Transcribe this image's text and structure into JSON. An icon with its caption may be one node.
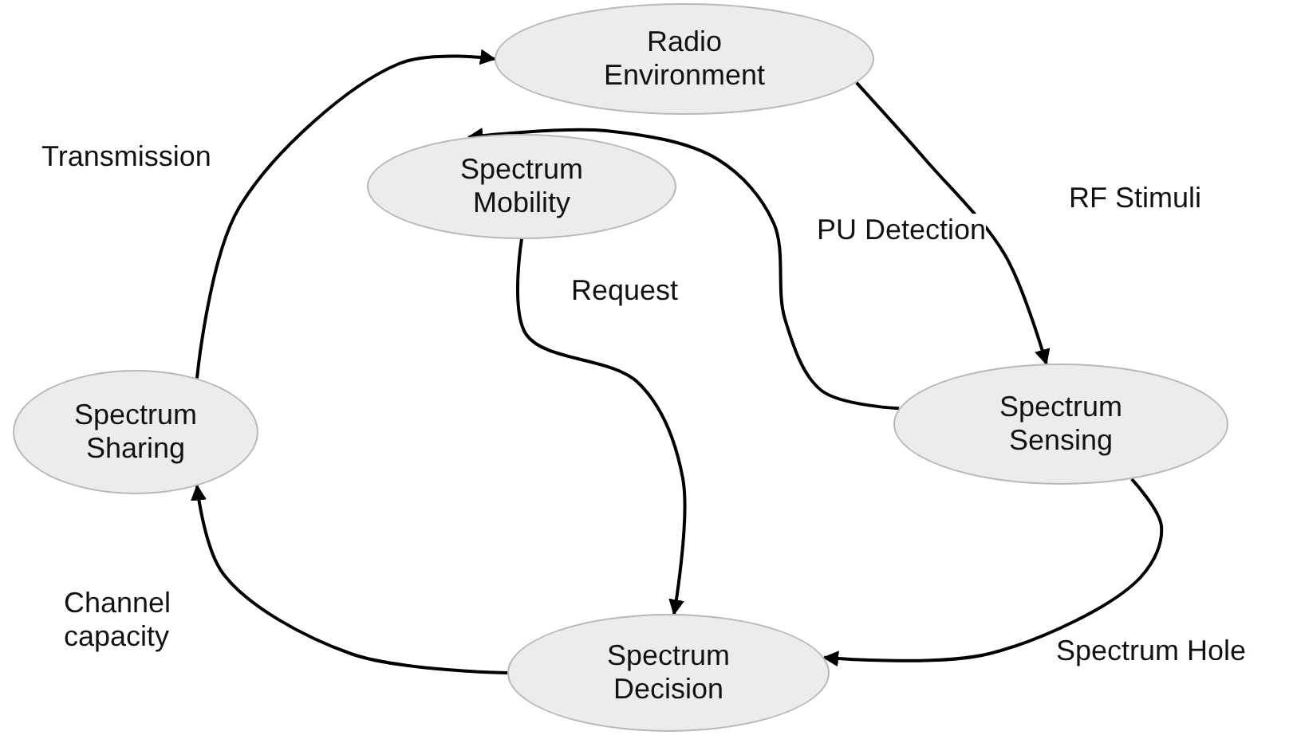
{
  "diagram": {
    "nodes": [
      {
        "text": [
          "Radio Environment"
        ]
      },
      {
        "text": [
          "Spectrum Mobility"
        ]
      },
      {
        "text": [
          "Spectrum Sensing"
        ]
      },
      {
        "text": [
          "Spectrum Sharing"
        ]
      },
      {
        "text": [
          "Spectrum Decision"
        ]
      }
    ],
    "edges": [
      {
        "from": 0,
        "to": 2,
        "arrow": "to",
        "label": "RF Stimuli"
      },
      {
        "from": 2,
        "to": 1,
        "arrow": "to",
        "label": "PU Detection"
      },
      {
        "from": 1,
        "to": 4,
        "arrow": "to",
        "label": "Request"
      },
      {
        "from": 2,
        "to": 4,
        "arrow": "to",
        "label": "Spectrum Hole"
      },
      {
        "from": 4,
        "to": 3,
        "arrow": "to",
        "label": "Channel capacity"
      },
      {
        "from": 3,
        "to": 0,
        "arrow": "to",
        "label": "Transmission"
      }
    ]
  }
}
